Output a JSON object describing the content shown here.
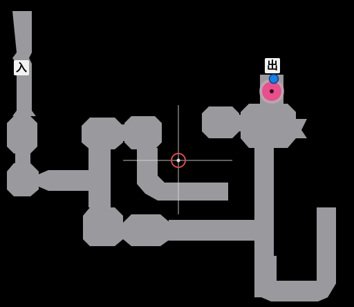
{
  "map": {
    "entrance_label": "入",
    "exit_label": "出",
    "floor_color": "#9a999e",
    "background_color": "#000000",
    "markers": [
      {
        "name": "player-marker",
        "icon": "blue-dot-icon",
        "color": "#1a7fe6"
      },
      {
        "name": "goal-marker",
        "icon": "pink-target-icon",
        "color": "#e6508c"
      },
      {
        "name": "cursor-target",
        "icon": "red-crosshair-icon",
        "color": "#d94f4f"
      }
    ]
  }
}
